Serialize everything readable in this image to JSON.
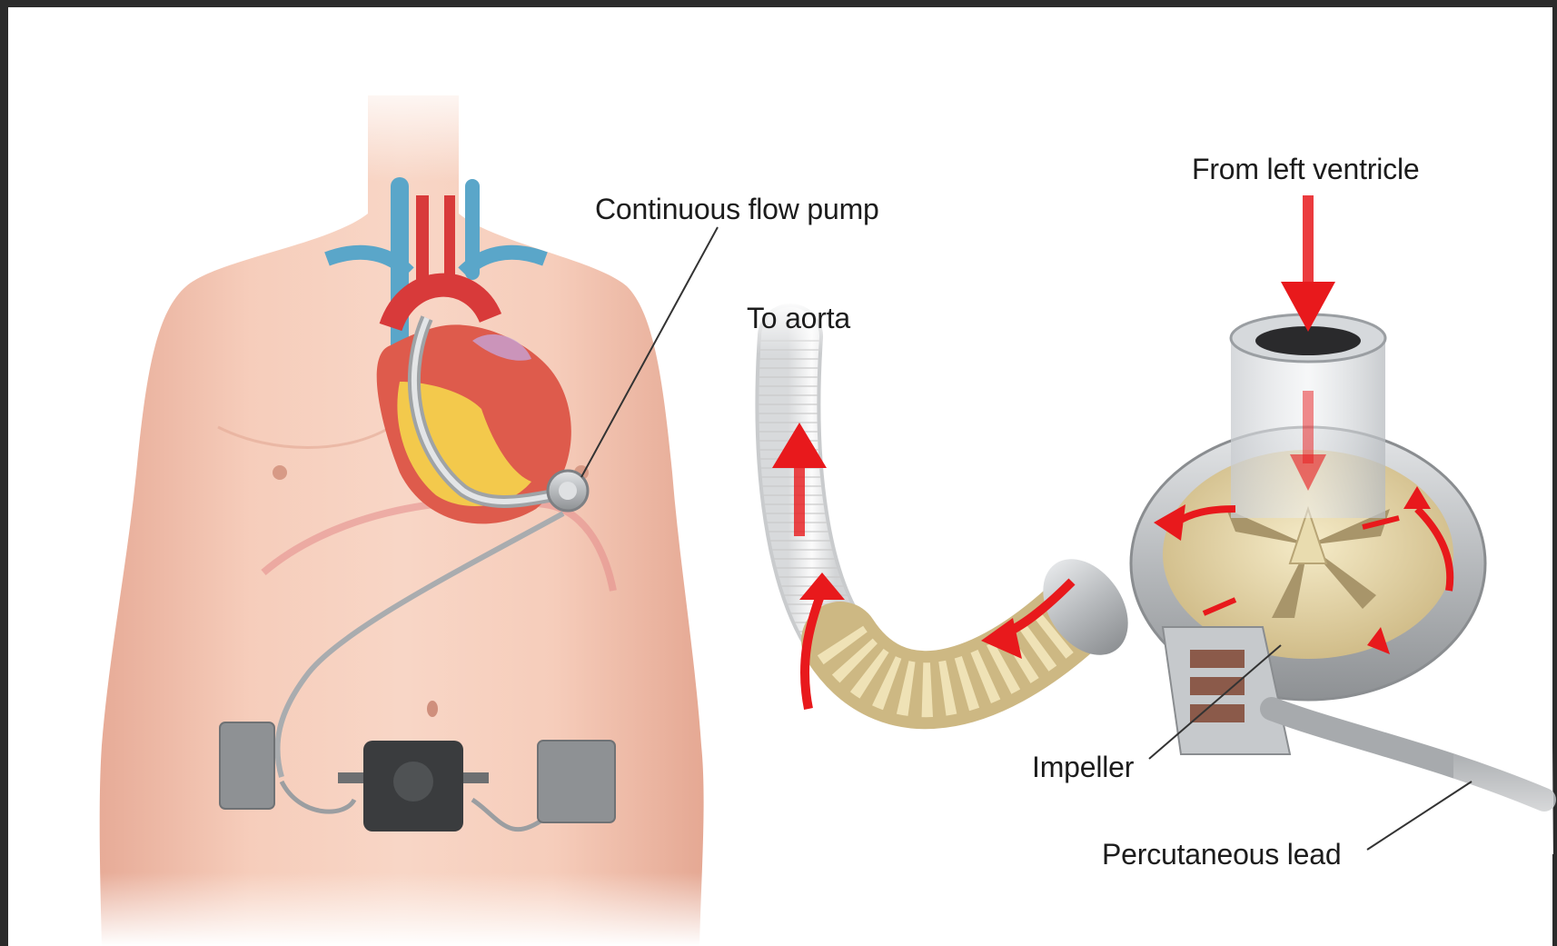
{
  "labels": {
    "continuous_flow_pump": "Continuous flow pump",
    "to_aorta": "To aorta",
    "from_left_ventricle": "From left ventricle",
    "impeller": "Impeller",
    "percutaneous_lead": "Percutaneous lead"
  },
  "colors": {
    "skin": "#f2c7b4",
    "flow_arrow": "#e8191c",
    "vein": "#5aa6c9",
    "artery": "#d83a3a",
    "heart_fat": "#f3c94c",
    "pump_metal": "#b9bcbf",
    "impeller": "#e6d6a6",
    "controller": "#3a3c3e"
  }
}
